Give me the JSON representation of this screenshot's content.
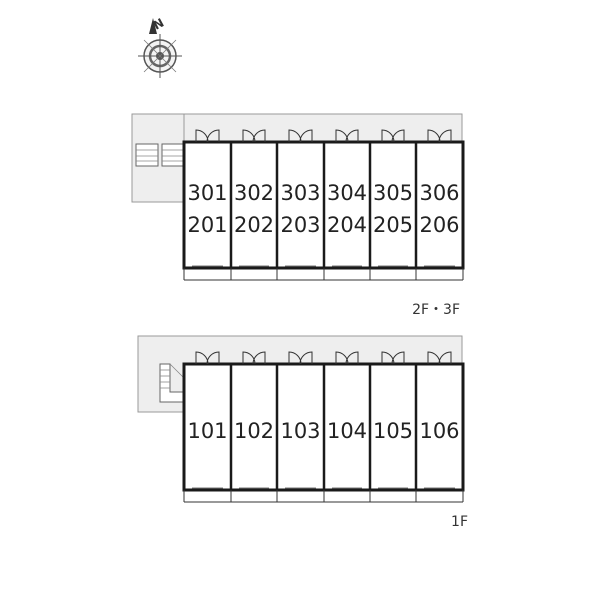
{
  "compass": {
    "label": "N",
    "icon": "compass-rose-icon"
  },
  "upper_block": {
    "floor_label": "2F・3F",
    "units": [
      {
        "top": "301",
        "bottom": "201"
      },
      {
        "top": "302",
        "bottom": "202"
      },
      {
        "top": "303",
        "bottom": "203"
      },
      {
        "top": "304",
        "bottom": "204"
      },
      {
        "top": "305",
        "bottom": "205"
      },
      {
        "top": "306",
        "bottom": "206"
      }
    ]
  },
  "lower_block": {
    "floor_label": "1F",
    "units": [
      {
        "top": "101"
      },
      {
        "top": "102"
      },
      {
        "top": "103"
      },
      {
        "top": "104"
      },
      {
        "top": "105"
      },
      {
        "top": "106"
      }
    ]
  },
  "colors": {
    "wall": "#1a1a1a",
    "corridor": "#eeeeee",
    "corridor_edge": "#999999"
  }
}
